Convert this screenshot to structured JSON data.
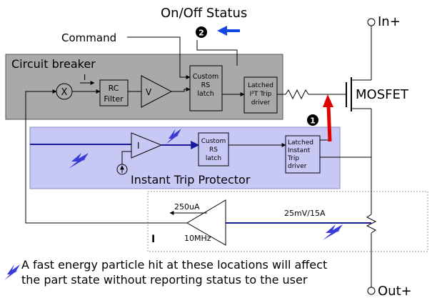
{
  "labels": {
    "on_off_status": "On/Off Status",
    "command": "Command",
    "in_plus": "In+",
    "out_plus": "Out+",
    "mosfet": "MOSFET",
    "circuit_breaker": "Circuit breaker",
    "instant_trip_protector": "Instant Trip Protector",
    "current_i": "I",
    "rc_filter_1": "RC",
    "rc_filter_2": "Filter",
    "v_amp": "V",
    "multiplier": "X",
    "custom_rs_1": "Custom",
    "custom_rs_2": "RS",
    "custom_rs_3": "latch",
    "latched_i2t_1": "Latched",
    "latched_i2t_2": "I²T Trip",
    "latched_i2t_3": "driver",
    "itp_amp": "I",
    "itp_custom_1": "Custom",
    "itp_custom_2": "RS",
    "itp_custom_3": "latch",
    "itp_latched_1": "Latched",
    "itp_latched_2": "Instant",
    "itp_latched_3": "Trip",
    "itp_latched_4": "driver",
    "current_250ua": "250uA",
    "freq_10mhz": "10MHz",
    "sense_25mv": "25mV/15A",
    "sense_i": "I",
    "marker_1": "1",
    "marker_2": "2",
    "note_line1": "A fast energy particle hit at these locations will affect",
    "note_line2": "the part state without reporting status to the user"
  },
  "colors": {
    "circuit_breaker_fill": "#a9a9a9",
    "itp_fill": "#c8c8f5",
    "wire_blue": "#1a1aa0",
    "arrow_blue": "#1448e0",
    "arrow_red": "#e00000",
    "lightning": "#3a3ad8"
  }
}
